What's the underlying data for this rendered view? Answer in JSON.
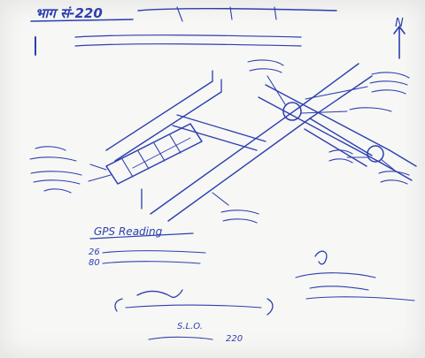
{
  "header": {
    "part_number": "भाग सं-220"
  },
  "compass": {
    "label": "N"
  },
  "gps": {
    "heading": "GPS Reading",
    "lat_deg": "26",
    "lon_deg": "80"
  },
  "signature": {
    "designation": "S.L.O.",
    "part_number": "220"
  },
  "colors": {
    "ink": "#2c3fb0",
    "paper": "#f7f7f5"
  }
}
